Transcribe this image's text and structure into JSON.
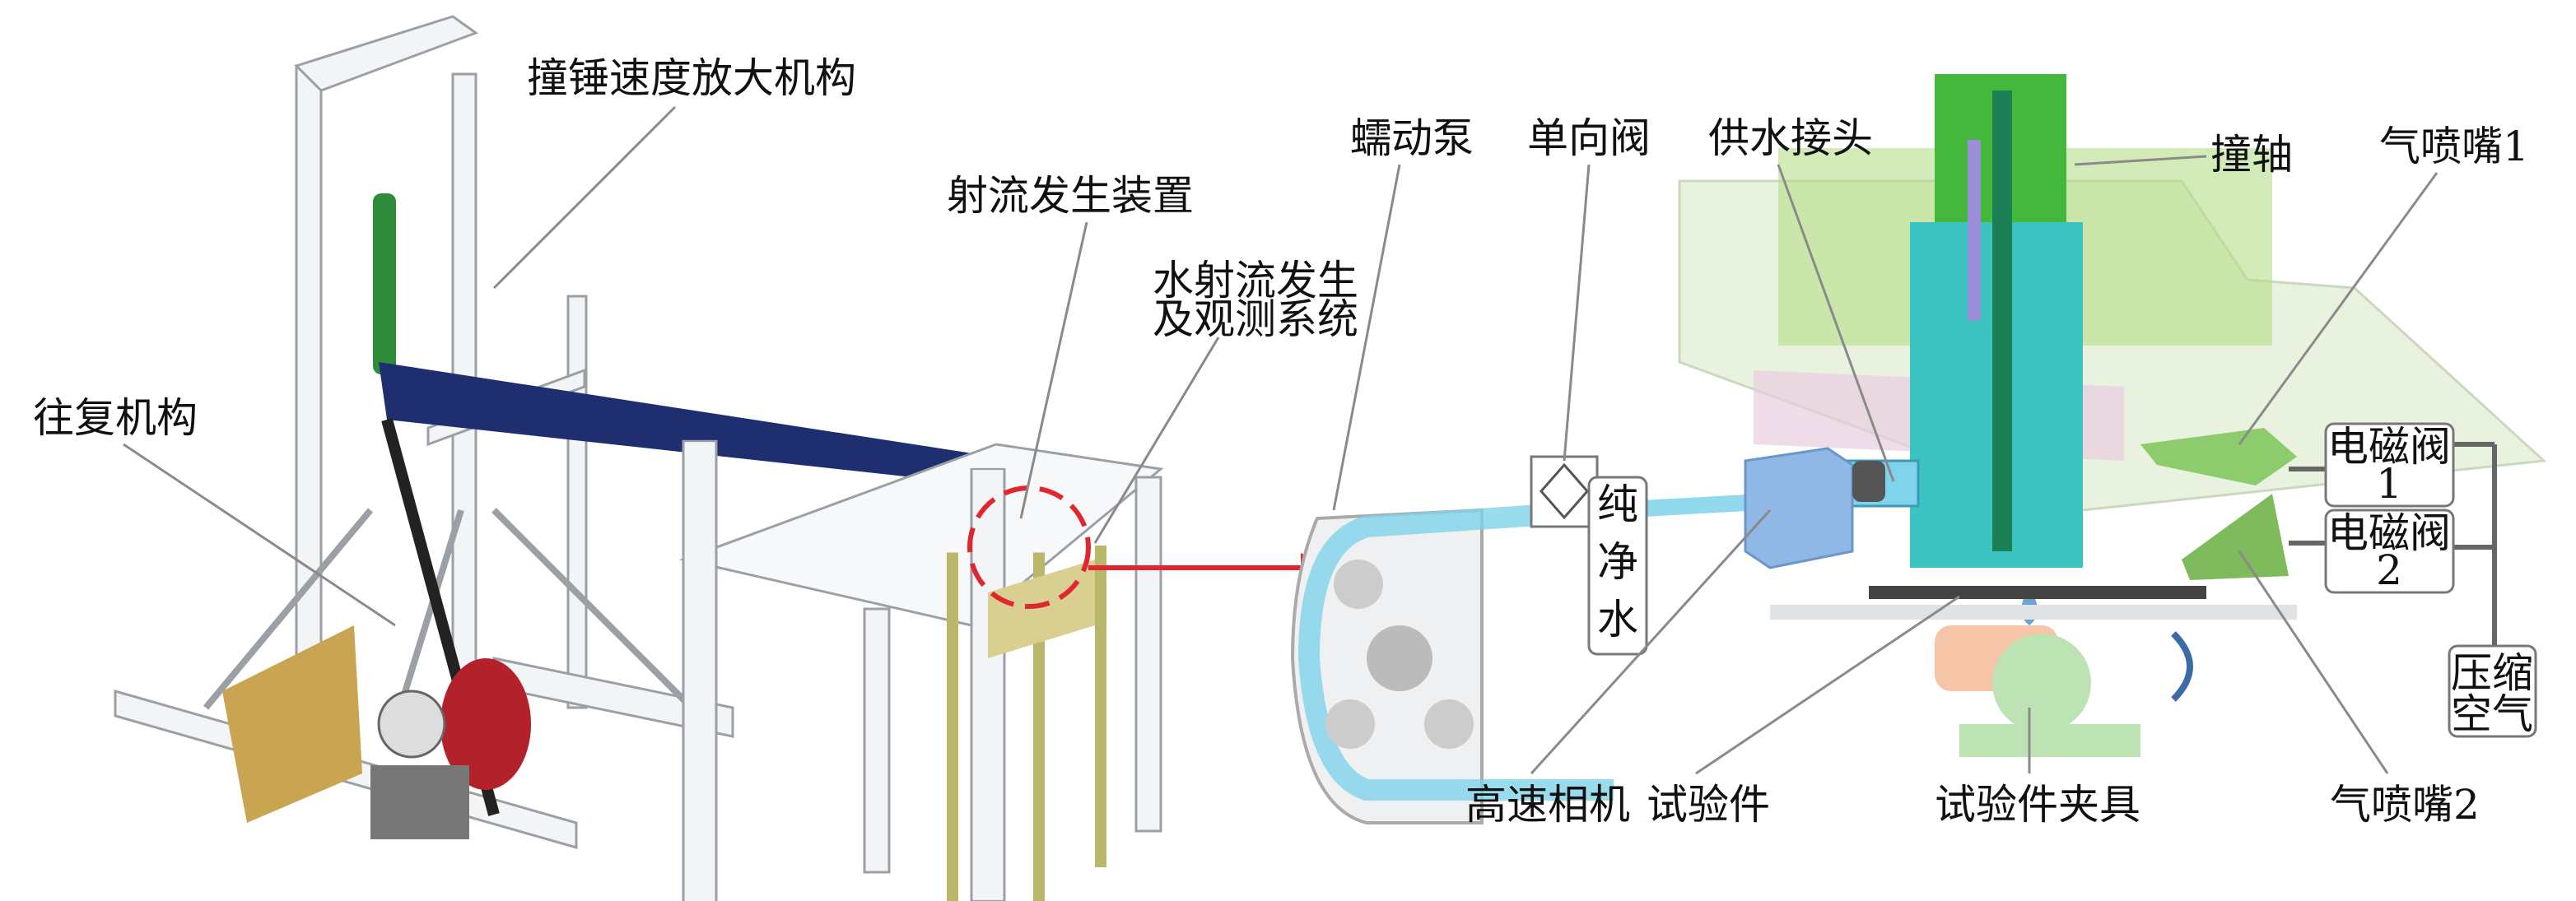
{
  "labels": {
    "hammer_speed_amplifier": "撞锤速度放大机构",
    "jet_generator": "射流发生装置",
    "water_jet_system_line1": "水射流发生",
    "water_jet_system_line2": "及观测系统",
    "reciprocating_mechanism": "往复机构",
    "peristaltic_pump": "蠕动泵",
    "check_valve": "单向阀",
    "water_supply_connector": "供水接头",
    "impact_shaft": "撞轴",
    "air_nozzle_1": "气喷嘴1",
    "air_nozzle_2": "气喷嘴2",
    "solenoid_valve_1": [
      "电磁阀",
      "1"
    ],
    "solenoid_valve_2": [
      "电磁阀",
      "2"
    ],
    "compressed_air": [
      "压缩",
      "空气"
    ],
    "pure_water": [
      "纯",
      "净",
      "水"
    ],
    "high_speed_camera": "高速相机",
    "specimen": "试验件",
    "specimen_fixture": "试验件夹具"
  },
  "colors": {
    "arm": "#1f2e6e",
    "spring": "#2e8b3a",
    "highlight": "#e0262e",
    "nozzle_body": "#3cc4c0",
    "shaft": "#44b83c",
    "water": "#7fd3ea",
    "camera": "#8fb8e6"
  }
}
